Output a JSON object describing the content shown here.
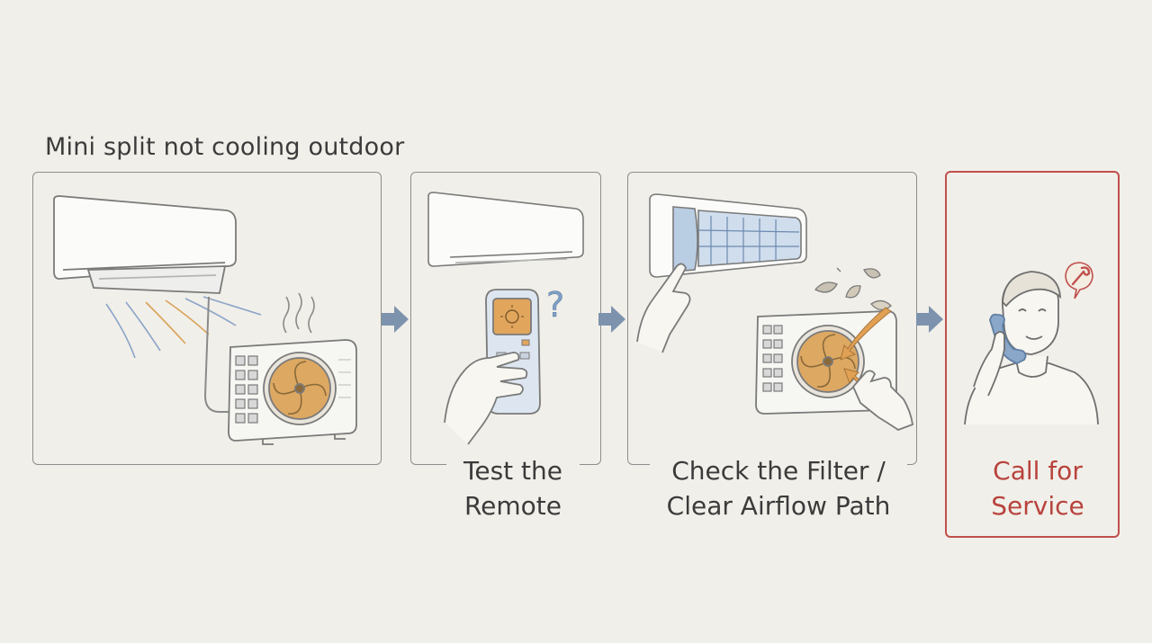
{
  "diagram": {
    "title": "Mini split not cooling outdoor",
    "steps": [
      {
        "label_line1": "Test the",
        "label_line2": "Remote"
      },
      {
        "label_line1": "Check the Filter /",
        "label_line2": "Clear Airflow Path"
      },
      {
        "label_line1": "Call for",
        "label_line2": "Service"
      }
    ],
    "colors": {
      "accent_orange": "#d9a35a",
      "accent_blue": "#7f9fc4",
      "service_red": "#c0504d",
      "arrow": "#7d93ad"
    },
    "icons": [
      "indoor-ac-unit",
      "outdoor-condenser",
      "remote-control",
      "question-mark",
      "filter",
      "leaves",
      "phone",
      "wrench"
    ]
  }
}
